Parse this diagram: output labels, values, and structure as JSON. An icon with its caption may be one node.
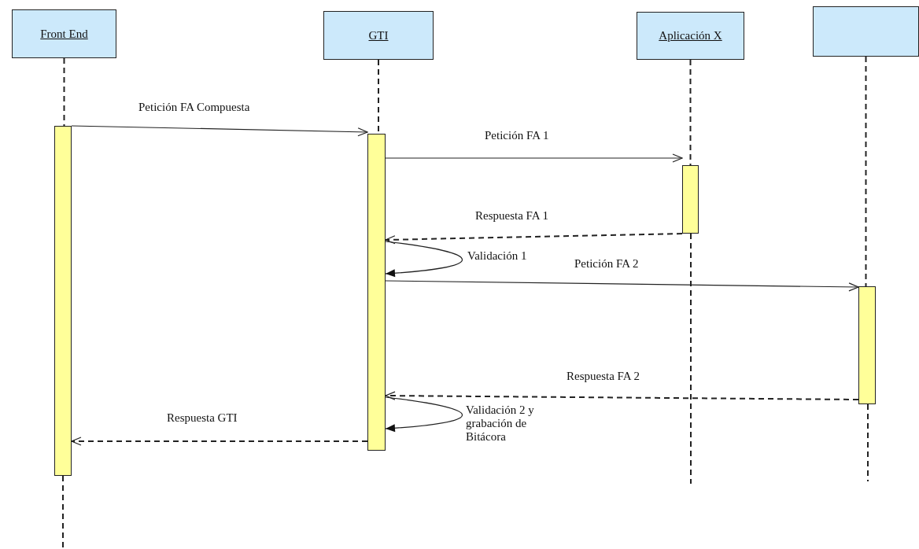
{
  "diagram": {
    "nodes": [
      {
        "text": [
          "Front End"
        ]
      },
      {
        "text": [
          "GTI"
        ]
      },
      {
        "text": [
          "Aplicación X"
        ]
      },
      {
        "text": [],
        "shape": "box"
      },
      {
        "text": [],
        "shape": "bar"
      },
      {
        "text": [],
        "shape": "bar"
      },
      {
        "text": [],
        "shape": "bar"
      },
      {
        "text": [],
        "shape": "bar"
      }
    ],
    "edges": [
      {
        "from": 4,
        "to": 5,
        "arrow": "to",
        "label": "Petición FA Compuesta"
      },
      {
        "from": 5,
        "to": 6,
        "arrow": "to",
        "label": "Petición FA 1"
      },
      {
        "from": 6,
        "to": 5,
        "arrow": "to",
        "label": "Respuesta FA 1",
        "style": "dashed"
      },
      {
        "from": 5,
        "to": 5,
        "arrow": "to",
        "label": "Validación 1"
      },
      {
        "from": 5,
        "to": 7,
        "arrow": "to",
        "label": "Petición FA 2"
      },
      {
        "from": 7,
        "to": 5,
        "arrow": "to",
        "label": "Respuesta FA 2",
        "style": "dashed"
      },
      {
        "from": 5,
        "to": 5,
        "arrow": "to",
        "label": "Validación 2 y grabación de Bitácora"
      },
      {
        "from": 5,
        "to": 4,
        "arrow": "to",
        "label": "Respuesta GTI",
        "style": "dashed"
      },
      {
        "from": 0,
        "to": 4,
        "arrow": "none",
        "style": "dashed"
      },
      {
        "from": 1,
        "to": 5,
        "arrow": "none",
        "style": "dashed"
      },
      {
        "from": 2,
        "to": 6,
        "arrow": "none",
        "style": "dashed"
      },
      {
        "from": 3,
        "to": 7,
        "arrow": "none",
        "style": "dashed"
      }
    ]
  }
}
